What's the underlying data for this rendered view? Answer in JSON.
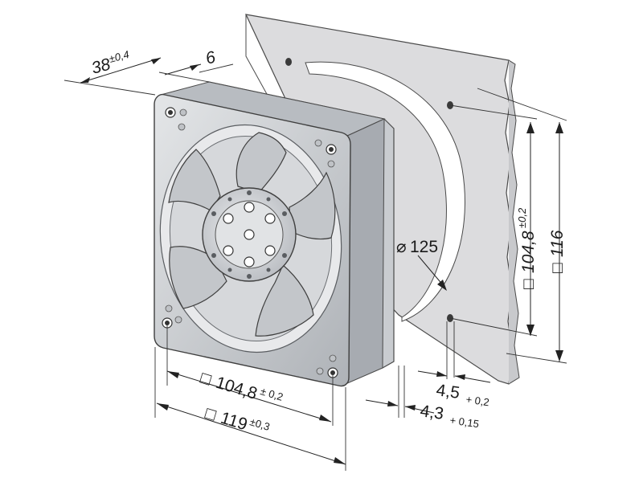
{
  "colors": {
    "panel": "#dcdcde",
    "panel_edge": "#4a4a4a",
    "frame": "#cfd1d4",
    "frame_dark": "#8f9398",
    "blade": "#c3c6ca",
    "hub": "#d7d9dc",
    "line": "#222222"
  },
  "dimensions": {
    "depth": {
      "value": "38",
      "tol": "±0,4"
    },
    "flange": {
      "value": "6"
    },
    "diameter": {
      "symbol": "⌀",
      "value": "125"
    },
    "hole_spacing_v": {
      "symbol": "□",
      "value": "104,8",
      "tol": "±0,2"
    },
    "outer_v": {
      "symbol": "□",
      "value": "116"
    },
    "hole_spacing_h": {
      "symbol": "□",
      "value": "104,8",
      "tol": "± 0,2"
    },
    "outer_h": {
      "symbol": "□",
      "value": "119",
      "tol": "±0,3"
    },
    "panel_hole": {
      "value": "4,5",
      "tol": "+ 0,2"
    },
    "fan_hole": {
      "value": "4,3",
      "tol": "+ 0,15"
    }
  }
}
